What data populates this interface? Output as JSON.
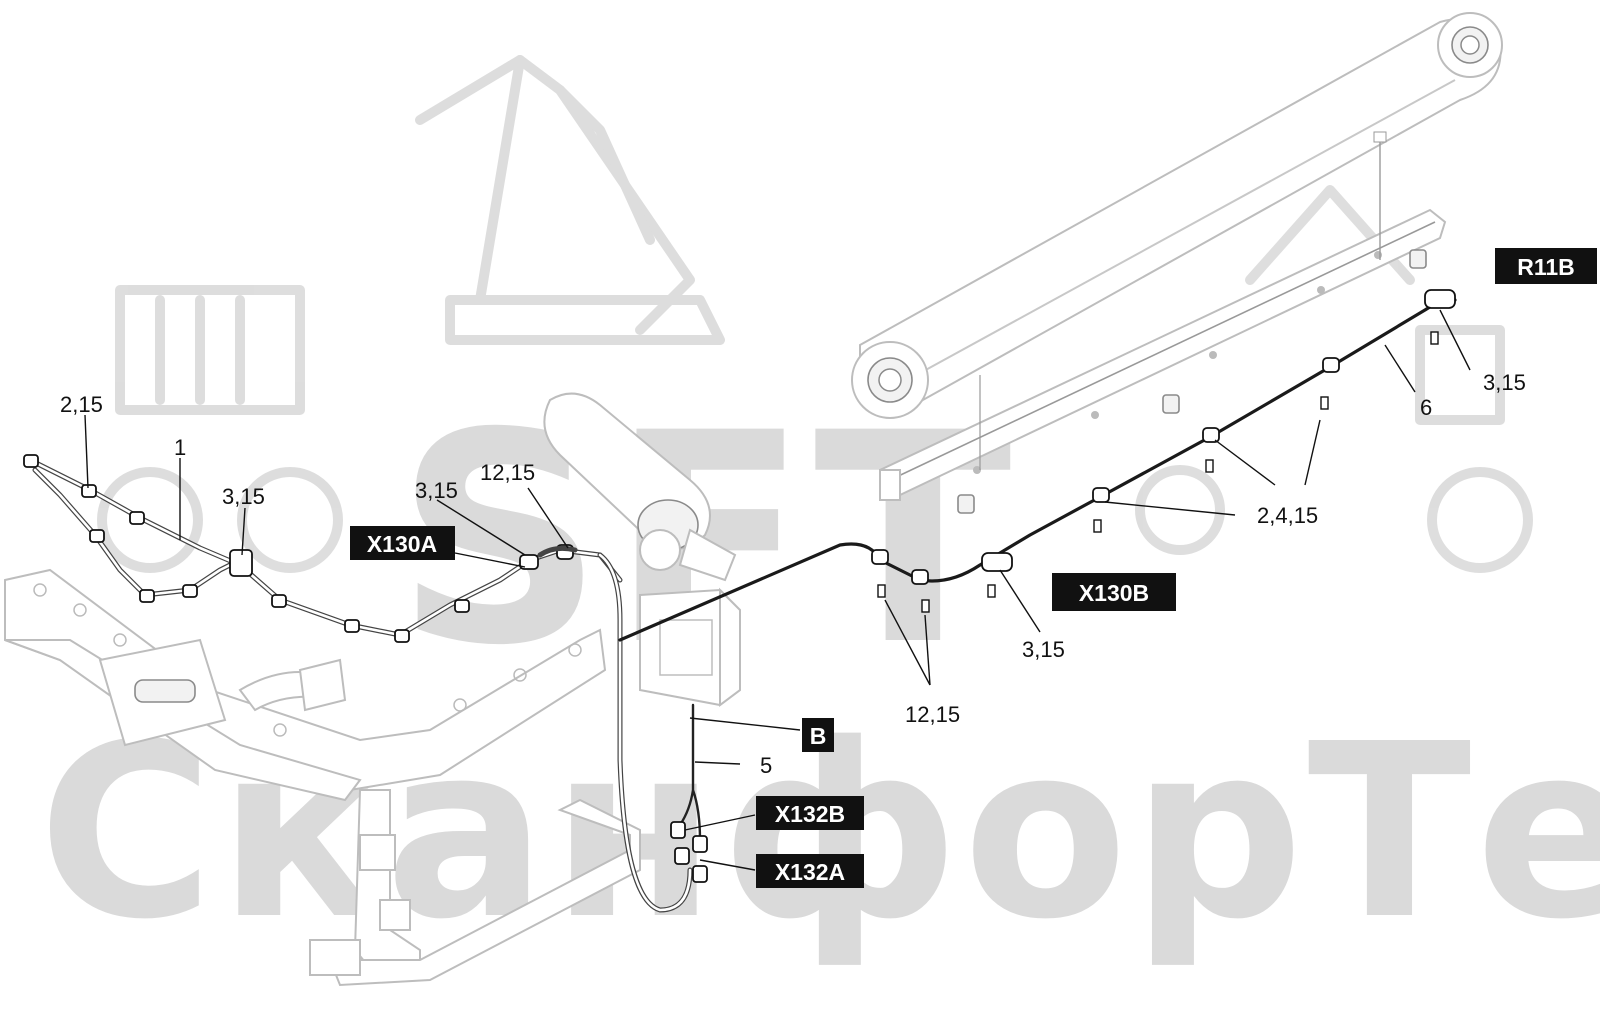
{
  "watermark": {
    "logo_text": "SFT",
    "brand_text": "СканфорТек"
  },
  "callouts": [
    {
      "id": "c1",
      "text": "2,15"
    },
    {
      "id": "c2",
      "text": "1"
    },
    {
      "id": "c3",
      "text": "3,15"
    },
    {
      "id": "c4",
      "text": "3,15"
    },
    {
      "id": "c5",
      "text": "12,15"
    },
    {
      "id": "c6",
      "text": "3,15"
    },
    {
      "id": "c7",
      "text": "6"
    },
    {
      "id": "c8",
      "text": "2,4,15"
    },
    {
      "id": "c9",
      "text": "3,15"
    },
    {
      "id": "c10",
      "text": "12,15"
    },
    {
      "id": "c11",
      "text": "5"
    }
  ],
  "connector_tags": [
    {
      "id": "t1",
      "text": "X130A"
    },
    {
      "id": "t2",
      "text": "R11B"
    },
    {
      "id": "t3",
      "text": "X130B"
    },
    {
      "id": "t4",
      "text": "B"
    },
    {
      "id": "t5",
      "text": "X132B"
    },
    {
      "id": "t6",
      "text": "X132A"
    }
  ],
  "colors": {
    "tag_background": "#111111",
    "tag_text": "#ffffff",
    "watermark": "#d6d6d6",
    "harness": "#1a1a1a"
  }
}
